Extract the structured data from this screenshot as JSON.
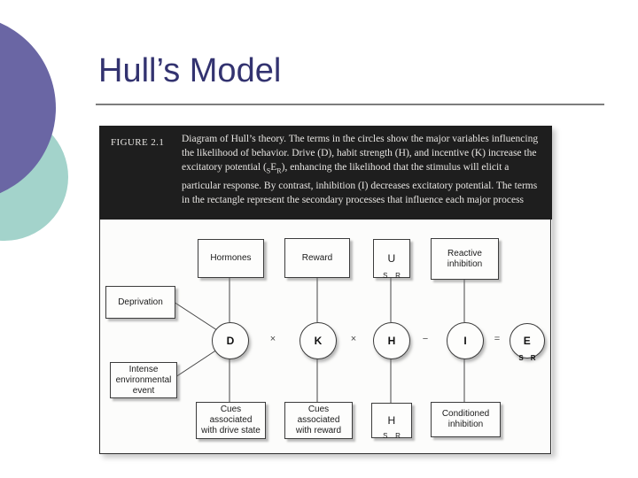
{
  "slide": {
    "title": "Hull’s Model"
  },
  "figure": {
    "label": "FIGURE 2.1",
    "caption": {
      "text1": "Diagram of Hull’s theory. The terms in the circles show the major variables influencing the likelihood of behavior. Drive (D), habit strength (H), and incentive (K) increase the excitatory potential (",
      "pre_sub": "S",
      "main": "E",
      "post_sub": "R",
      "text2": "), enhancing the likelihood that the stimulus will elicit a particular response. By contrast, inhibition (I) decreases excitatory potential. The terms in the rectangle represent the secondary processes that influence each major process"
    }
  },
  "diagram": {
    "top_row": [
      {
        "lines": [
          "Hormones"
        ]
      },
      {
        "lines": [
          "Reward"
        ]
      },
      {
        "pre": "S",
        "main": "U",
        "post": "R"
      },
      {
        "lines": [
          "Reactive",
          "inhibition"
        ]
      }
    ],
    "left_boxes": [
      {
        "lines": [
          "Deprivation"
        ]
      },
      {
        "lines": [
          "Intense",
          "environmental",
          "event"
        ]
      }
    ],
    "circles": [
      "D",
      "K",
      "H",
      "I"
    ],
    "result_circle": {
      "pre": "S",
      "main": "E",
      "post": "R"
    },
    "operators": [
      "×",
      "×",
      "−",
      "="
    ],
    "bottom_row": [
      {
        "lines": [
          "Cues",
          "associated",
          "with drive state"
        ]
      },
      {
        "lines": [
          "Cues",
          "associated",
          "with reward"
        ]
      },
      {
        "pre": "S",
        "main": "H",
        "post": "R"
      },
      {
        "lines": [
          "Conditioned",
          "inhibition"
        ]
      }
    ],
    "colors": {
      "title": "#333370",
      "deco_purple": "#6A66A4",
      "deco_teal": "#A3D3CB",
      "caption_bg": "#1E1E1E"
    }
  }
}
